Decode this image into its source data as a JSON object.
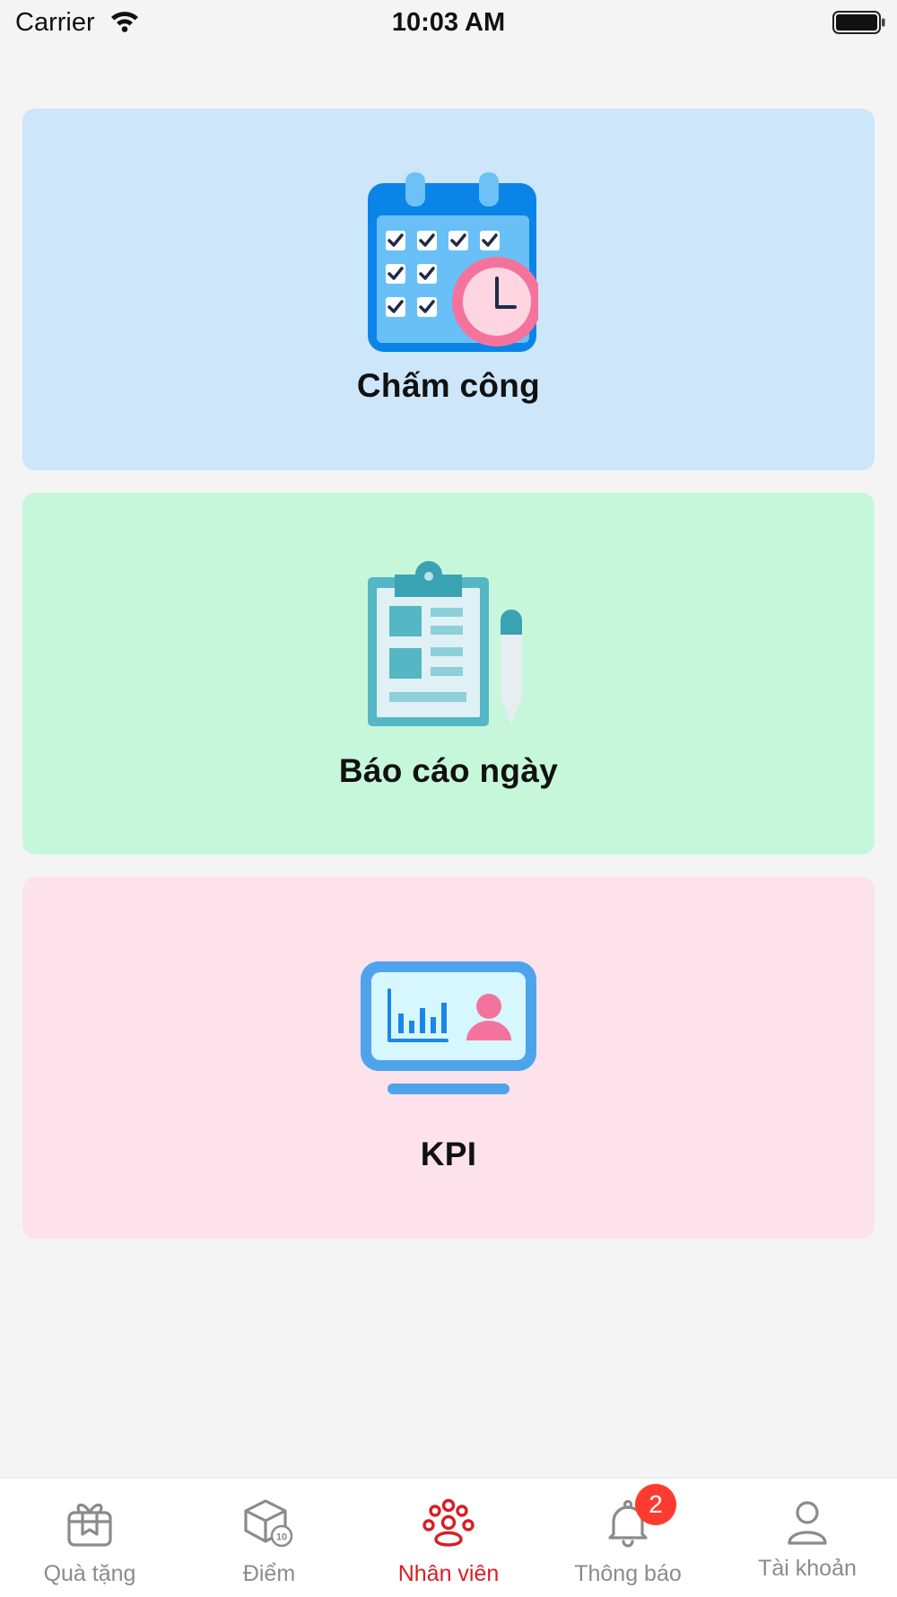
{
  "status_bar": {
    "carrier": "Carrier",
    "time": "10:03 AM"
  },
  "menu": [
    {
      "label": "Chấm công",
      "icon": "calendar-clock-icon"
    },
    {
      "label": "Báo cáo ngày",
      "icon": "clipboard-report-icon"
    },
    {
      "label": "KPI",
      "icon": "kpi-monitor-icon"
    }
  ],
  "tabs": [
    {
      "label": "Quà tặng",
      "icon": "gift-icon"
    },
    {
      "label": "Điểm",
      "icon": "points-box-icon"
    },
    {
      "label": "Nhân viên",
      "icon": "staff-icon",
      "active": true
    },
    {
      "label": "Thông báo",
      "icon": "bell-icon",
      "badge": "2"
    },
    {
      "label": "Tài khoản",
      "icon": "user-icon"
    }
  ],
  "colors": {
    "accent": "#d71f24",
    "card_1_bg": "#cde6fa",
    "card_2_bg": "#c7f7da",
    "card_3_bg": "#fde2ec",
    "badge": "#ff3b30"
  }
}
